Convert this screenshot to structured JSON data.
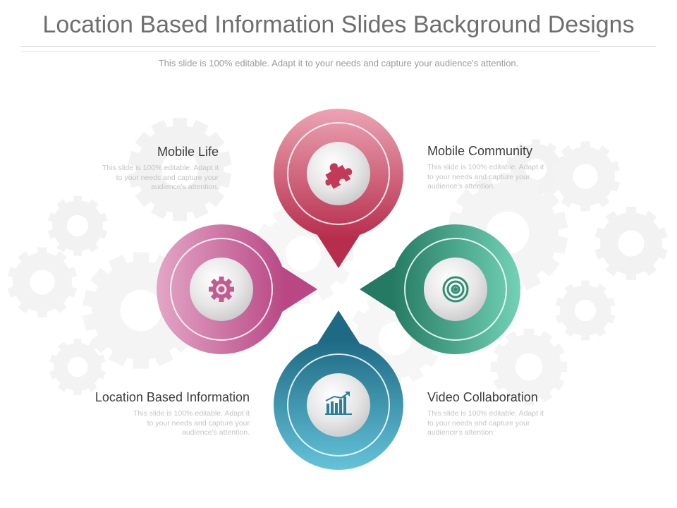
{
  "title": "Location Based Information Slides Background Designs",
  "subtitle": "This slide is 100% editable. Adapt it to your needs and capture your audience's attention.",
  "blocks": {
    "mobile_life": {
      "heading": "Mobile Life",
      "desc": [
        "This slide is 100% editable. Adapt it",
        "to your needs and capture your",
        "audience's attention."
      ]
    },
    "mobile_community": {
      "heading": "Mobile Community",
      "desc": [
        "This slide is 100% editable. Adapt it",
        "to your needs and capture your",
        "audience's attention."
      ]
    },
    "location_info": {
      "heading": "Location Based Information",
      "desc": [
        "This slide is 100% editable. Adapt it",
        "to your needs and capture your",
        "audience's attention."
      ]
    },
    "video_collab": {
      "heading": "Video Collaboration",
      "desc": [
        "This slide is 100% editable. Adapt it",
        "to your needs and capture your",
        "audience's attention."
      ]
    }
  },
  "circles": {
    "top": {
      "icon": "puzzle-icon",
      "color_light": "#eba4b3",
      "color_dark": "#b72e4d"
    },
    "left": {
      "icon": "gear-icon",
      "color_light": "#e3a6c6",
      "color_dark": "#b84784"
    },
    "right": {
      "icon": "target-icon",
      "color_light": "#72d2b6",
      "color_dark": "#247a62"
    },
    "bottom": {
      "icon": "bar-chart-icon",
      "color_light": "#64c3d9",
      "color_dark": "#1e6a84"
    }
  }
}
